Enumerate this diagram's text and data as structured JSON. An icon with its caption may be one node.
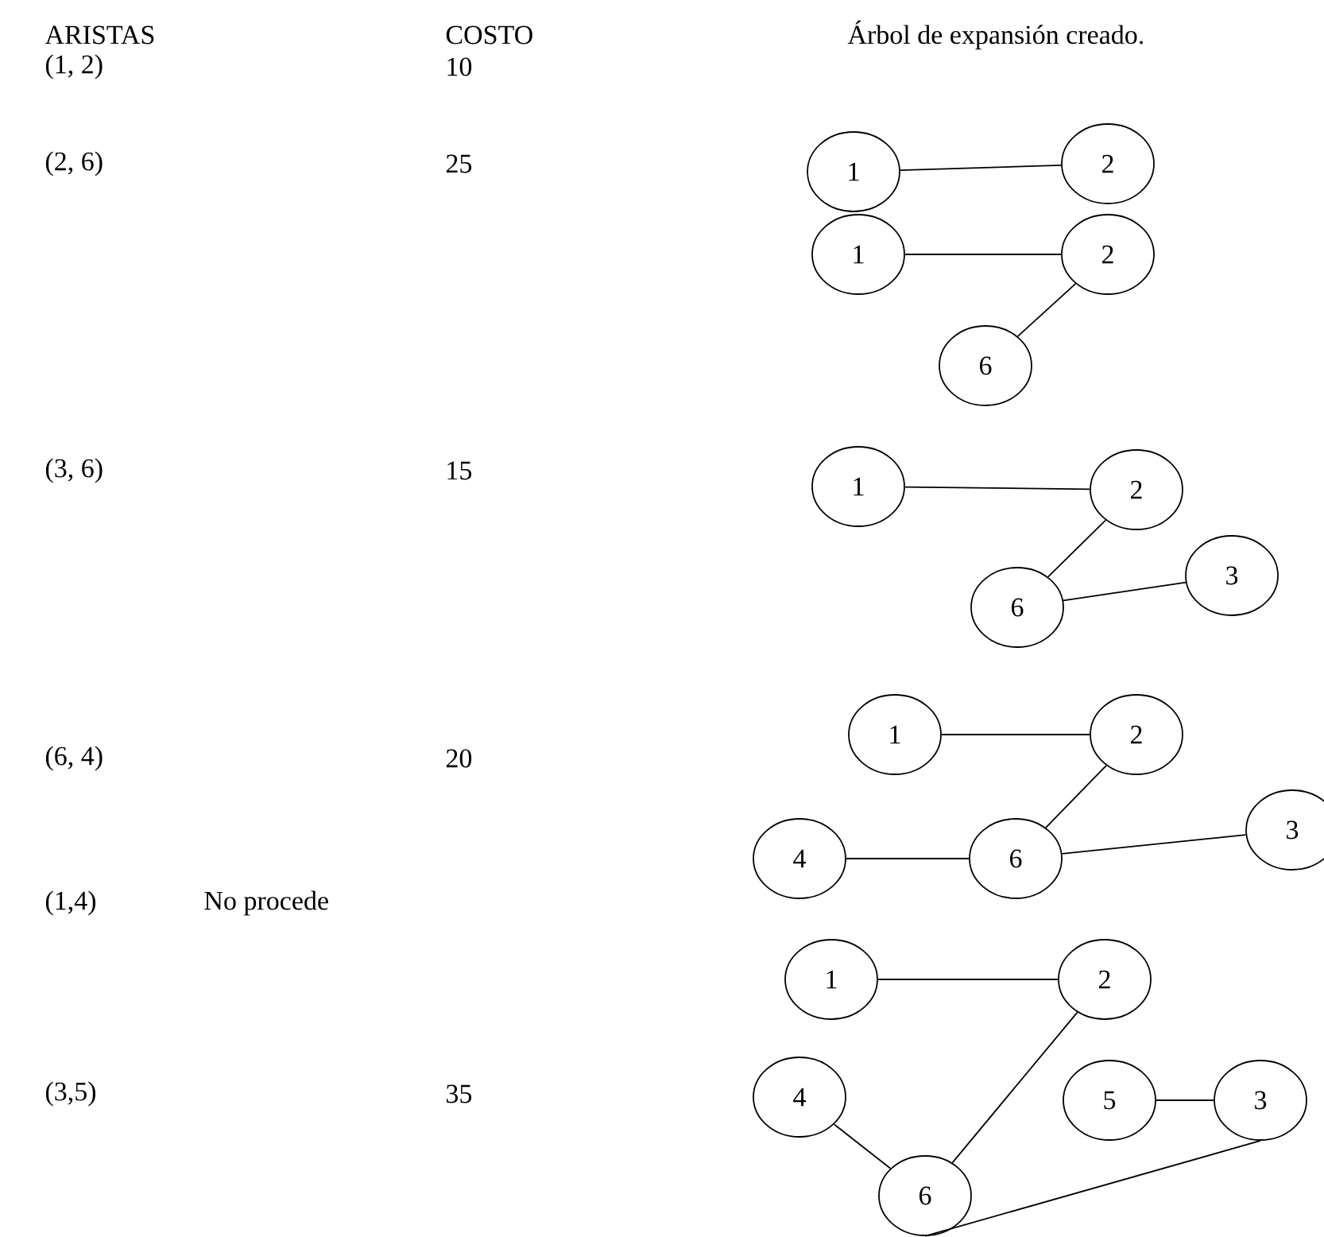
{
  "diagram": {
    "nodes": [
      {
        "text": [
          "1"
        ]
      },
      {
        "text": [
          "2"
        ]
      },
      {
        "text": [
          "1"
        ]
      },
      {
        "text": [
          "2"
        ]
      },
      {
        "text": [
          "6"
        ]
      },
      {
        "text": [
          "1"
        ]
      },
      {
        "text": [
          "2"
        ]
      },
      {
        "text": [
          "3"
        ]
      },
      {
        "text": [
          "6"
        ]
      },
      {
        "text": [
          "1"
        ]
      },
      {
        "text": [
          "2"
        ]
      },
      {
        "text": [
          "4"
        ]
      },
      {
        "text": [
          "6"
        ]
      },
      {
        "text": [
          "3"
        ]
      },
      {
        "text": [
          "1"
        ]
      },
      {
        "text": [
          "2"
        ]
      },
      {
        "text": [
          "4"
        ]
      },
      {
        "text": [
          "5"
        ]
      },
      {
        "text": [
          "3"
        ]
      },
      {
        "text": [
          "6"
        ]
      }
    ],
    "edges": [
      {
        "from": 0,
        "to": 1,
        "arrow": "none"
      },
      {
        "from": 2,
        "to": 3,
        "arrow": "none"
      },
      {
        "from": 3,
        "to": 4,
        "arrow": "none"
      },
      {
        "from": 5,
        "to": 6,
        "arrow": "none"
      },
      {
        "from": 6,
        "to": 8,
        "arrow": "none"
      },
      {
        "from": 8,
        "to": 7,
        "arrow": "none"
      },
      {
        "from": 9,
        "to": 10,
        "arrow": "none"
      },
      {
        "from": 10,
        "to": 12,
        "arrow": "none"
      },
      {
        "from": 11,
        "to": 12,
        "arrow": "none"
      },
      {
        "from": 12,
        "to": 13,
        "arrow": "none"
      },
      {
        "from": 14,
        "to": 15,
        "arrow": "none"
      },
      {
        "from": 15,
        "to": 19,
        "arrow": "none"
      },
      {
        "from": 16,
        "to": 19,
        "arrow": "none"
      },
      {
        "from": 17,
        "to": 18,
        "arrow": "none"
      },
      {
        "from": 19,
        "to": 18,
        "arrow": "none"
      }
    ],
    "labels": [
      "ARISTAS",
      "COSTO",
      "Árbol de expansión creado.",
      "(1, 2)",
      "10",
      "(2, 6)",
      "25",
      "(3, 6)",
      "15",
      "(6, 4)",
      "20",
      "(1,4)",
      "No procede",
      "(3,5)",
      "35"
    ]
  }
}
